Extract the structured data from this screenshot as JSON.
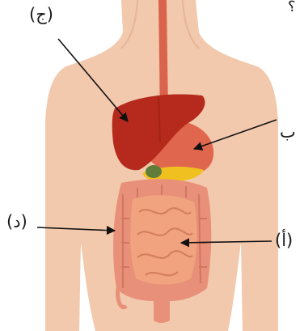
{
  "labels": {
    "liver": "(ج)",
    "stomach": "ب",
    "large_intestine": "(د)",
    "small_intestine": "(أ)",
    "cut_off_top": "؟"
  },
  "colors": {
    "background": "#ffffff",
    "skin": "#f2c9ac",
    "liver": "#b52a1c",
    "stomach": "#e0664e",
    "esophagus": "#d9634c",
    "pancreas": "#f0c020",
    "large_intestine": "#e8907a",
    "small_intestine": "#f0a37e",
    "arrows": "#111111"
  }
}
